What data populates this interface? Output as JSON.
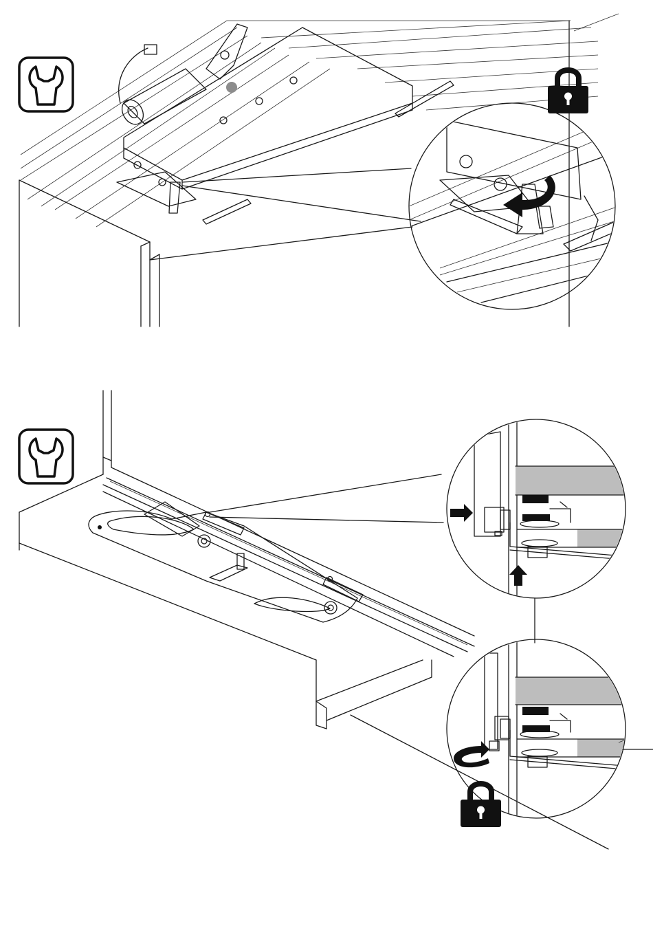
{
  "panels": [
    {
      "id": "step-1",
      "icons": [
        "wrench-icon",
        "padlock-icon"
      ],
      "action": "rotate-locking-lever",
      "detail_view": "magnified-lock-lever"
    },
    {
      "id": "step-2",
      "icons": [
        "wrench-icon",
        "padlock-icon"
      ],
      "action": "insert-bracket-then-tighten-screw",
      "detail_views": [
        "bracket-insertion",
        "screw-tightening"
      ]
    }
  ],
  "colors": {
    "line": "#1a1a1a",
    "fill_gray": "#bdbdbd",
    "fill_dark_gray": "#8c8c8c",
    "icon": "#111111",
    "background": "#ffffff"
  }
}
